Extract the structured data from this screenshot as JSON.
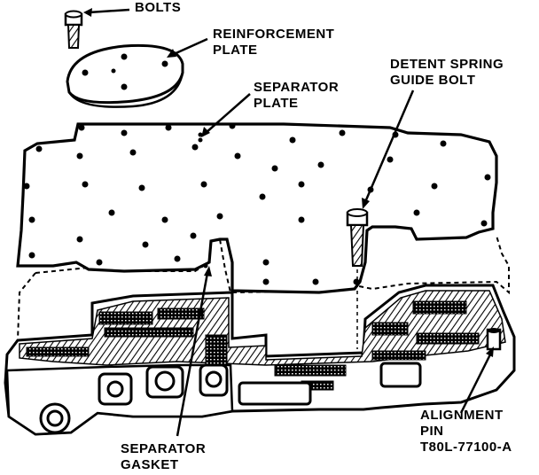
{
  "labels": {
    "bolts": "BOLTS",
    "reinforcement_plate": [
      "REINFORCEMENT",
      "PLATE"
    ],
    "separator_plate": [
      "SEPARATOR",
      "PLATE"
    ],
    "detent_spring_guide_bolt": [
      "DETENT SPRING",
      "GUIDE BOLT"
    ],
    "separator_gasket": [
      "SEPARATOR",
      "GASKET"
    ],
    "alignment_pin": [
      "ALIGNMENT",
      "PIN"
    ],
    "part_number": "T80L-77100-A"
  },
  "colors": {
    "ink": "#000000",
    "paper": "#ffffff",
    "shade": "#1a1a1a"
  }
}
